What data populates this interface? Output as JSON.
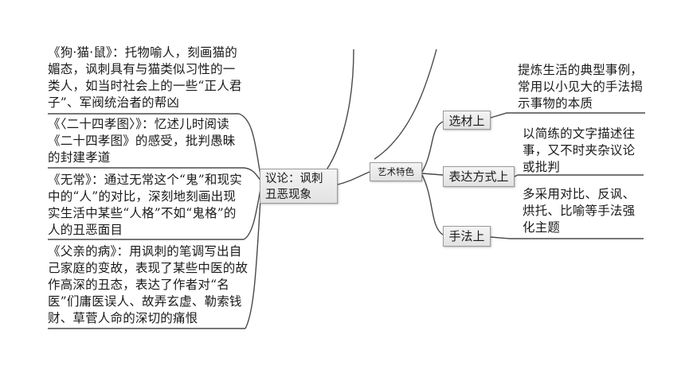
{
  "center": {
    "label": "艺术特色"
  },
  "left": {
    "main_label": "议论：讽刺丑恶现象",
    "items": [
      {
        "text": "《狗·猫·鼠》：托物喻人，刻画猫的媚态，讽刺具有与猫类似习性的一类人，如当时社会上的一些“正人君子”、军阀统治者的帮凶"
      },
      {
        "text": "《〈二十四孝图〉》：忆述儿时阅读《二十四孝图》的感受，批判愚昧的封建孝道"
      },
      {
        "text": "《无常》：通过无常这个“鬼”和现实中的“人”的对比，深刻地刻画出现实生活中某些“人格”不如“鬼格”的人的丑恶面目"
      },
      {
        "text": "《父亲的病》：用讽刺的笔调写出自己家庭的变故，表现了某些中医的故作高深的丑态，表达了作者对“名医”们庸医误人、故弄玄虚、勒索钱财、草菅人命的深切的痛恨"
      }
    ]
  },
  "right": {
    "branches": [
      {
        "label": "选材上",
        "text": "提炼生活的典型事例，常用以小见大的手法揭示事物的本质"
      },
      {
        "label": "表达方式上",
        "text": "以简练的文字描述往事，又不时夹杂议论或批判"
      },
      {
        "label": "手法上",
        "text": "多采用对比、反讽、烘托、比喻等手法强化主题"
      }
    ]
  }
}
